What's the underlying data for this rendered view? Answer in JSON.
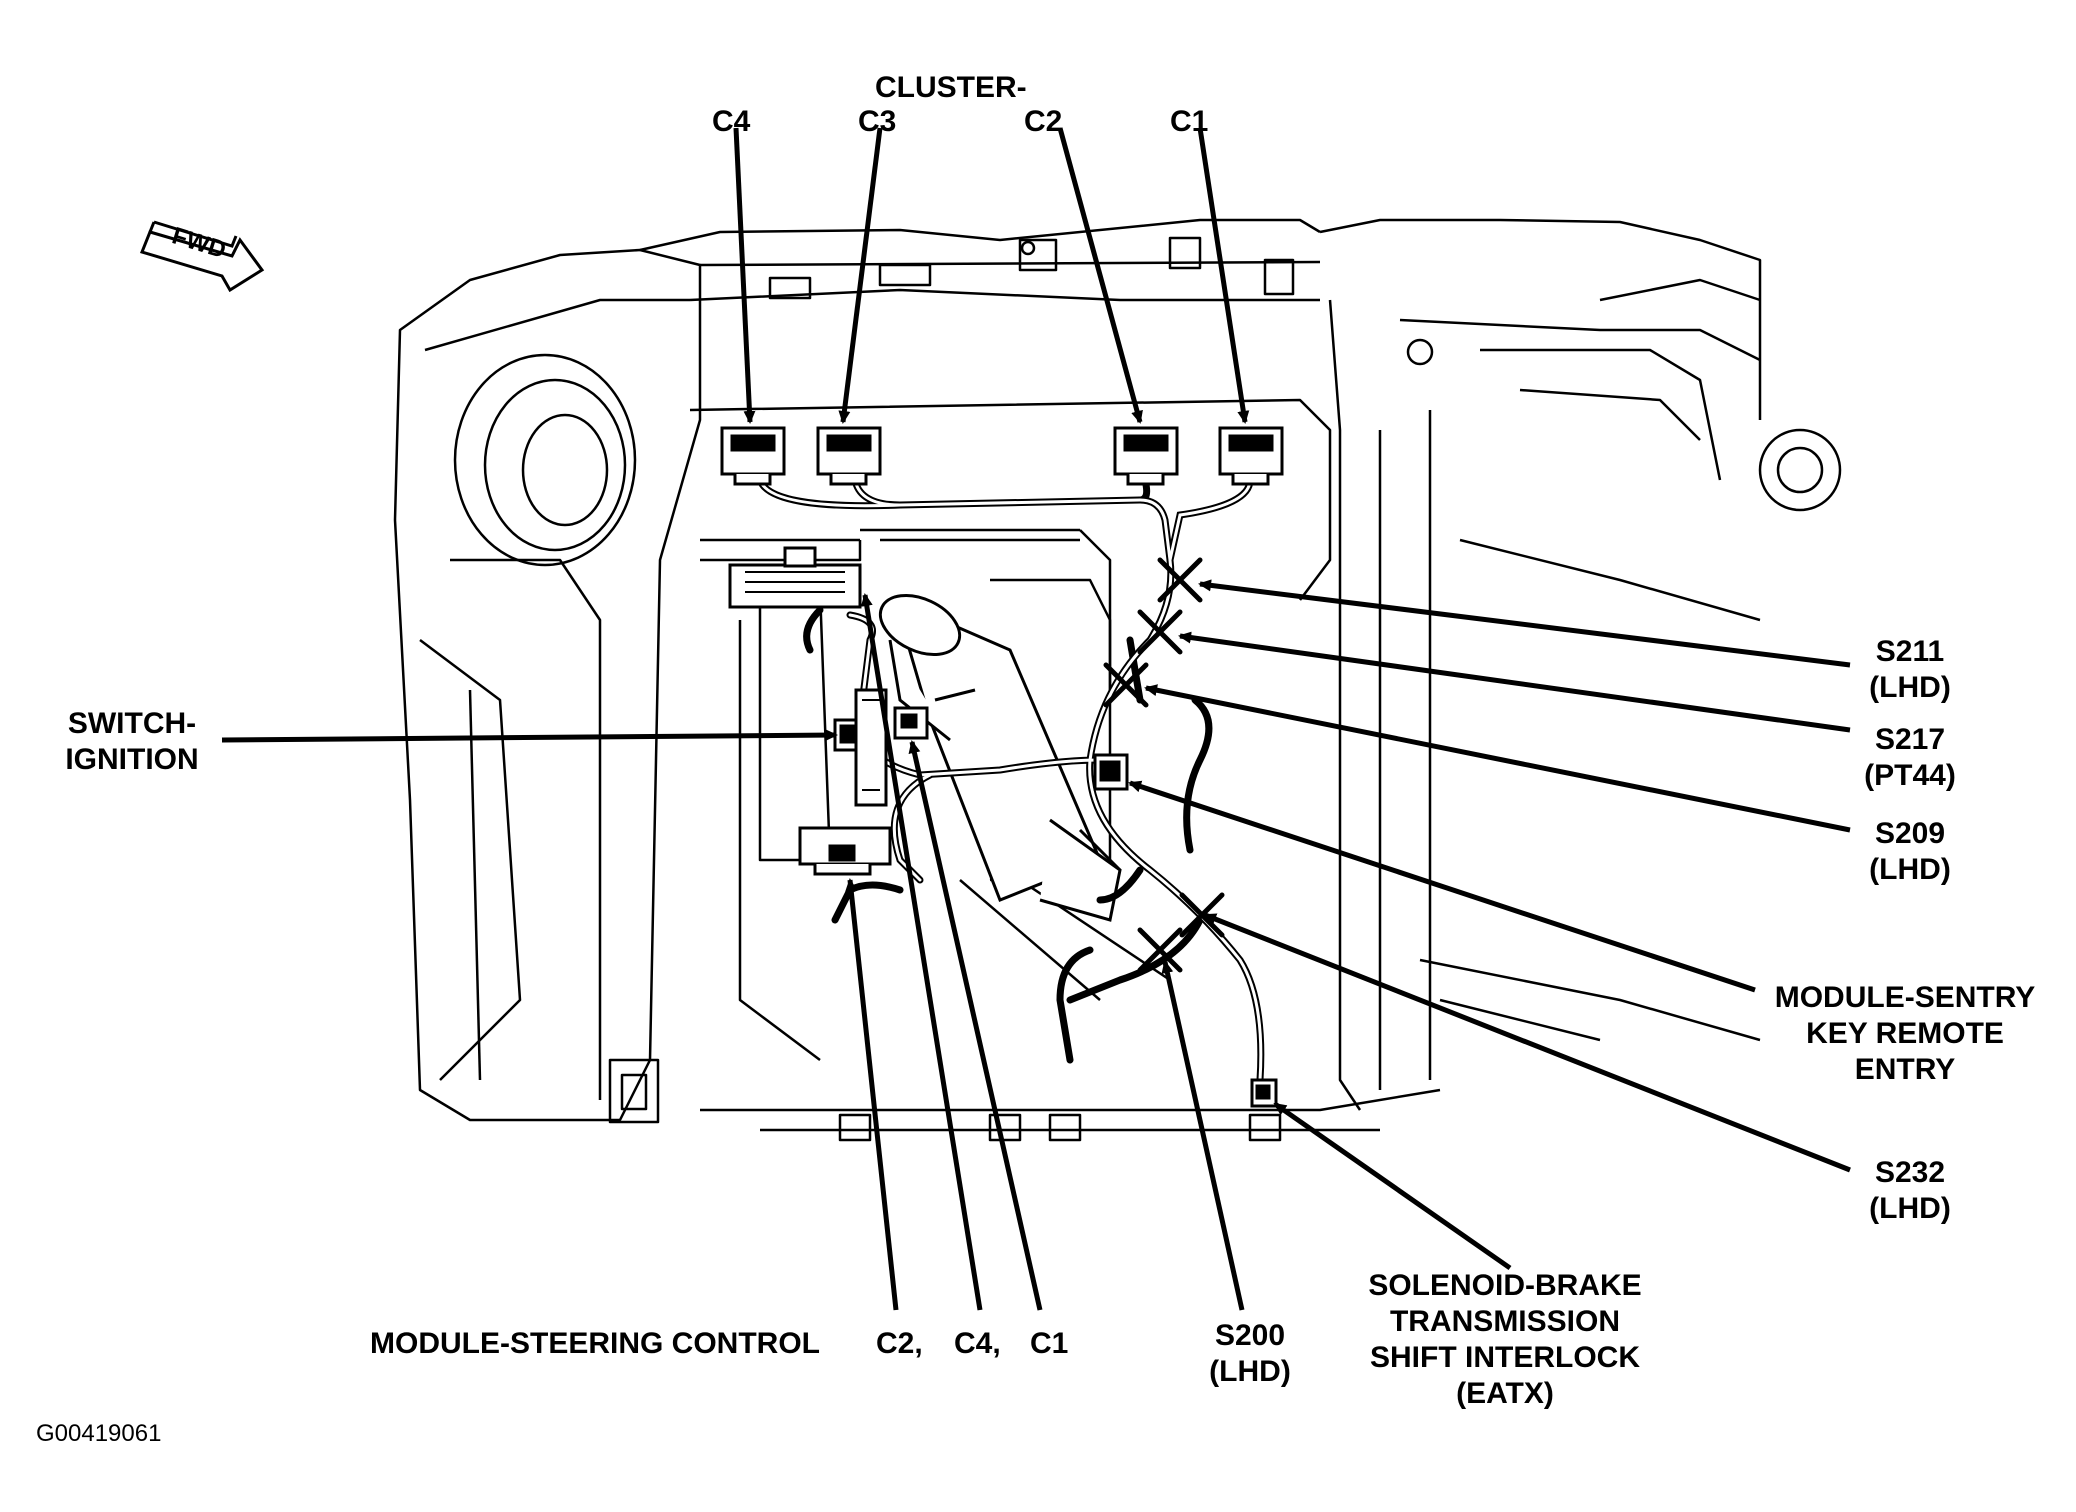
{
  "figure_id": "G00419061",
  "orientation_arrow": "FWD",
  "labels": {
    "cluster_header": "CLUSTER-",
    "cluster_c4": "C4",
    "cluster_c3": "C3",
    "cluster_c2": "C2",
    "cluster_c1": "C1",
    "switch_ignition_1": "SWITCH-",
    "switch_ignition_2": "IGNITION",
    "s211_1": "S211",
    "s211_2": "(LHD)",
    "s217_1": "S217",
    "s217_2": "(PT44)",
    "s209_1": "S209",
    "s209_2": "(LHD)",
    "sentry_1": "MODULE-SENTRY",
    "sentry_2": "KEY REMOTE",
    "sentry_3": "ENTRY",
    "s232_1": "S232",
    "s232_2": "(LHD)",
    "solenoid_1": "SOLENOID-BRAKE",
    "solenoid_2": "TRANSMISSION",
    "solenoid_3": "SHIFT INTERLOCK",
    "solenoid_4": "(EATX)",
    "s200_1": "S200",
    "s200_2": "(LHD)",
    "steering_module": "MODULE-STEERING CONTROL",
    "steering_c2": "C2,",
    "steering_c4": "C4,",
    "steering_c1": "C1"
  }
}
